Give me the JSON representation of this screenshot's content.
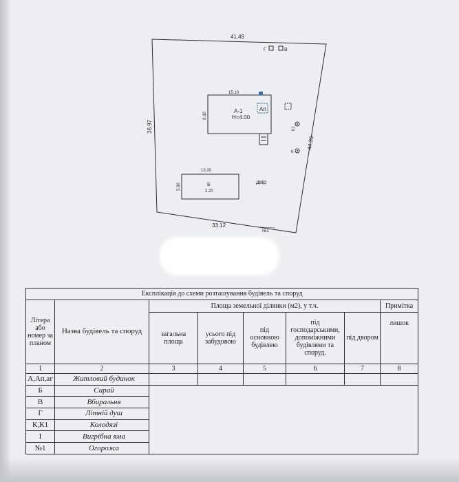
{
  "plan": {
    "top_dim": "41.49",
    "left_dim": "36.97",
    "right_dim": "44.35",
    "bottom_dim": "33.12",
    "house_width_dim": "15.10",
    "house_depth_dim": "9.30",
    "house_label": "А-1",
    "house_height": "Н=4.00",
    "annex_label": "Ап",
    "shed_width_dim": "13.20",
    "shed_depth_dim": "5.80",
    "shed_label": "Б",
    "shed_height": "2.20",
    "yard_label": "двір",
    "shower_label": "Г",
    "toilet_label": "В",
    "well_k1_label": "К1",
    "well_k_label": "К",
    "fence_label": "№1"
  },
  "table": {
    "title": "Експлікація до схеми розташування будівель та споруд",
    "headers": {
      "litera": "Літера або номер за планом",
      "name": "Назва будівель та споруд",
      "area_group": "Площа земельної ділянки (м2), у т.ч.",
      "note": "Примітка",
      "total": "загальна площа",
      "built": "усього під забудовою",
      "main": "під основною будівлею",
      "aux": "під господарськими, допоміжними будівлями та споруд.",
      "yard": "під двором",
      "excess": "лишок"
    },
    "col_numbers": [
      "1",
      "2",
      "3",
      "4",
      "5",
      "6",
      "7",
      "8"
    ],
    "rows": [
      {
        "litera": "А,Ап,аг",
        "name": "Житловий будинок"
      },
      {
        "litera": "Б",
        "name": "Сарай"
      },
      {
        "litera": "В",
        "name": "Вбиральня"
      },
      {
        "litera": "Г",
        "name": "Літній душ"
      },
      {
        "litera": "К,К1",
        "name": "Колодязі"
      },
      {
        "litera": "І",
        "name": "Вигрібна яма"
      },
      {
        "litera": "№1",
        "name": "Огорожа"
      }
    ]
  }
}
